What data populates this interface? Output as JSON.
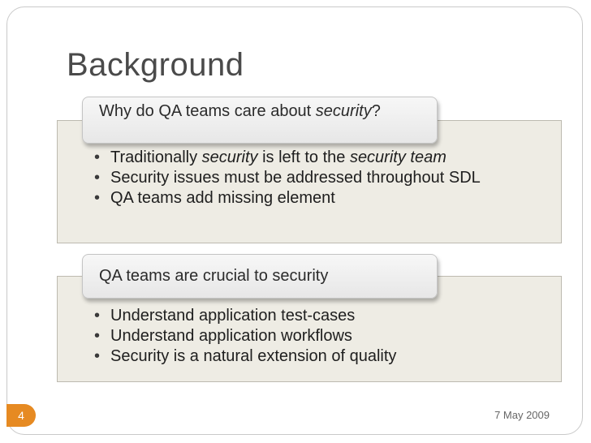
{
  "slide": {
    "title": "Background",
    "page_number": "4",
    "date": "7 May 2009"
  },
  "sections": [
    {
      "heading_prefix": "Why do QA teams care about ",
      "heading_em": "security",
      "heading_suffix": "?",
      "bullets": [
        {
          "t1": "Traditionally ",
          "em1": "security",
          "t2": " is left to the ",
          "em2": "security team"
        },
        {
          "text": "Security issues must be addressed throughout SDL"
        },
        {
          "text": "QA teams add missing element"
        }
      ]
    },
    {
      "heading": "QA teams are crucial to security",
      "bullets": [
        {
          "text": "Understand application test-cases"
        },
        {
          "text": "Understand application workflows"
        },
        {
          "text": "Security is a natural extension of quality"
        }
      ]
    }
  ]
}
